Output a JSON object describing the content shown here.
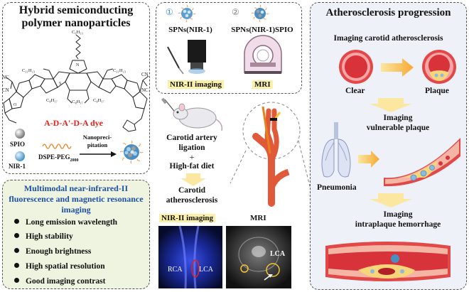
{
  "left_panel": {
    "title_line1": "Hybrid semiconducting",
    "title_line2": "polymer nanoparticles",
    "chem_labels": {
      "c6h13": "C₆H₁₃",
      "c8h17_top": "C₈H₁₇",
      "c11h23_left": "C₁₁H₂₃",
      "c11h23_right": "C₁₁H₂₃",
      "c8h17_left": "C₈H₁₇",
      "c8h17_right": "C₈H₁₇",
      "nc_left": "NC",
      "cn_right": "CN",
      "cn_left": "CN",
      "nc_right": "NC",
      "n": "N",
      "s": "S",
      "o": "O"
    },
    "dye_label": "A-D-A'-D-A dye",
    "spio_label": "SPIO",
    "nir1_label": "NIR-1",
    "dspe_label": "DSPE-PEG",
    "dspe_sub": "2000",
    "nanoprec_line1": "Nanopreci-",
    "nanoprec_line2": "pitation"
  },
  "features_panel": {
    "title_line1": "Multimodal near-infrared-II",
    "title_line2": "fluorescence and magnetic resonance",
    "title_line3": "imaging",
    "bullets": [
      "Long emission wavelength",
      "High stability",
      "Enough brightness",
      "High spatial resolution",
      "Good imaging contrast"
    ]
  },
  "imaging_panel": {
    "num1": "①",
    "num2": "②",
    "spn1_label": "SPNs(NIR-1)",
    "spn2_label": "SPNs(NIR-1)SPIO",
    "nir_label": "NIR-II imaging",
    "mri_label": "MRI"
  },
  "middle": {
    "step1_line1": "Carotid artery",
    "step1_line2": "ligation",
    "plus": "+",
    "step2": "High-fat diet",
    "result_line1": "Carotid",
    "result_line2": "atherosclerosis",
    "nir_image_label": "NIR-II imaging",
    "mri_image_label": "MRI",
    "rca_label": "RCA",
    "lca_label": "LCA",
    "mri_lca_label": "LCA"
  },
  "right_panel": {
    "title": "Atherosclerosis progression",
    "sub1": "Imaging carotid atherosclerosis",
    "clear_label": "Clear",
    "plaque_label": "Plaque",
    "sub2_line1": "Imaging",
    "sub2_line2": "vulnerable plaque",
    "pneumonia_label": "Pneumonia",
    "sub3_line1": "Imaging",
    "sub3_line2": "intraplaque hemorrhage"
  },
  "colors": {
    "accent_red": "#e8211c",
    "accent_blue": "#1f4fa8",
    "highlight_yellow": "#fbf0a8",
    "features_bg": "#eef4e0",
    "right_bg": "#eef1f8",
    "arrow_yellow": "#f7c332"
  }
}
